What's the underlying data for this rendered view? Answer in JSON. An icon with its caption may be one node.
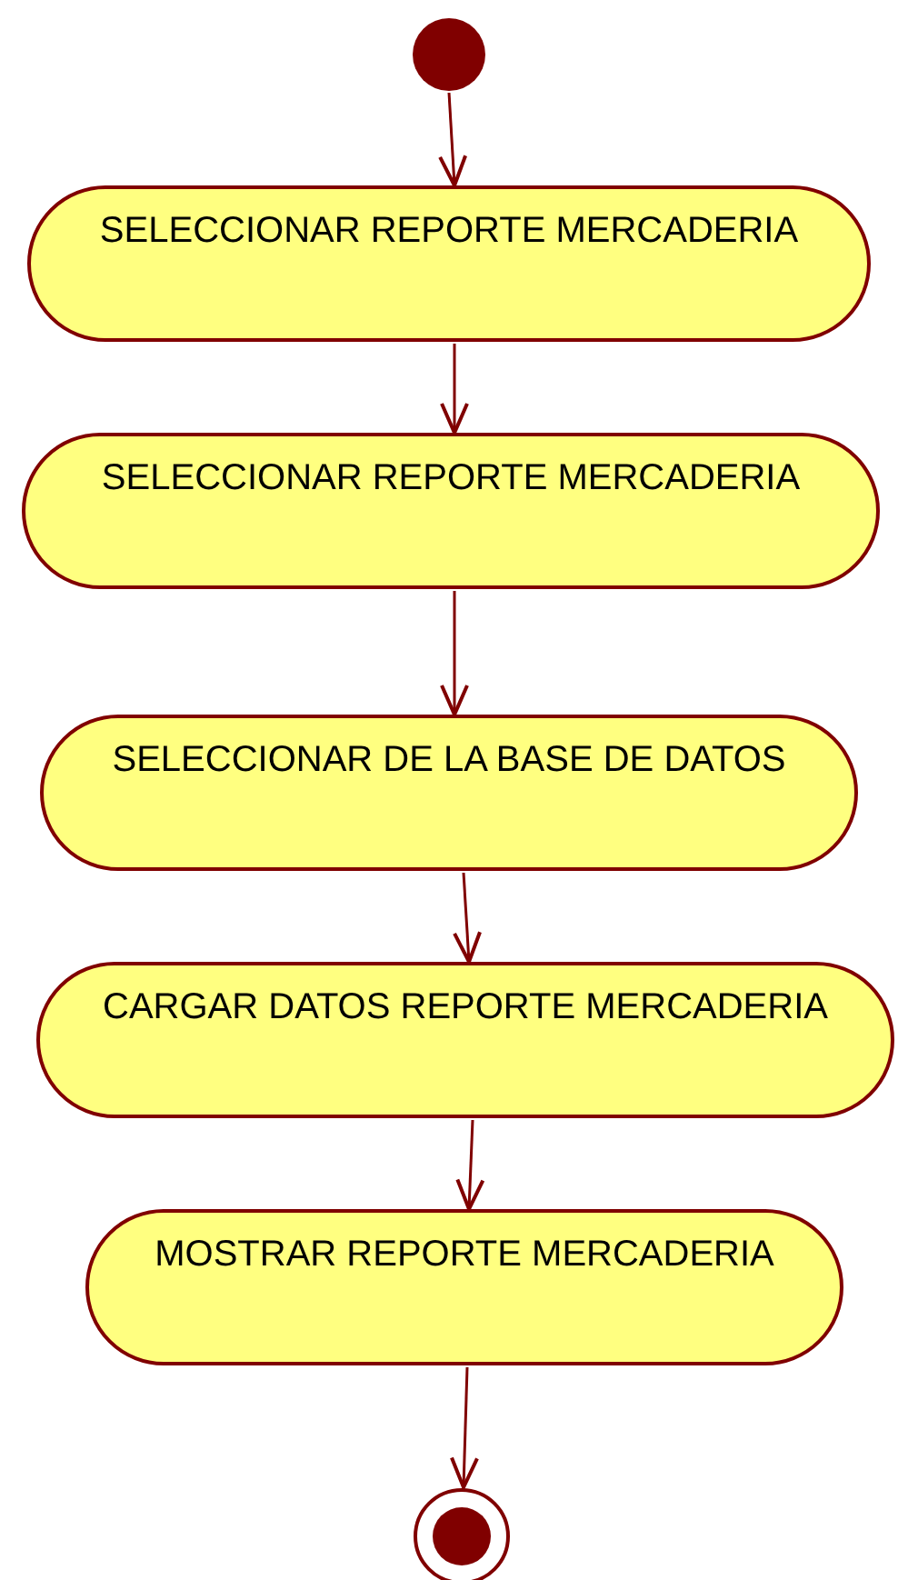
{
  "diagram": {
    "nodes": [
      {
        "text": [],
        "shape": "circle"
      },
      {
        "text": [
          "SELECCIONAR REPORTE MERCADERIA"
        ]
      },
      {
        "text": [
          "SELECCIONAR REPORTE MERCADERIA"
        ]
      },
      {
        "text": [
          "SELECCIONAR DE LA BASE DE DATOS"
        ]
      },
      {
        "text": [
          "CARGAR DATOS REPORTE MERCADERIA"
        ]
      },
      {
        "text": [
          "MOSTRAR REPORTE MERCADERIA"
        ]
      },
      {
        "text": [],
        "shape": "circle"
      }
    ],
    "edges": [
      {
        "from": 0,
        "to": 1,
        "arrow": "to"
      },
      {
        "from": 1,
        "to": 2,
        "arrow": "to"
      },
      {
        "from": 2,
        "to": 3,
        "arrow": "to"
      },
      {
        "from": 3,
        "to": 4,
        "arrow": "to"
      },
      {
        "from": 4,
        "to": 5,
        "arrow": "to"
      },
      {
        "from": 5,
        "to": 6,
        "arrow": "to"
      }
    ]
  }
}
